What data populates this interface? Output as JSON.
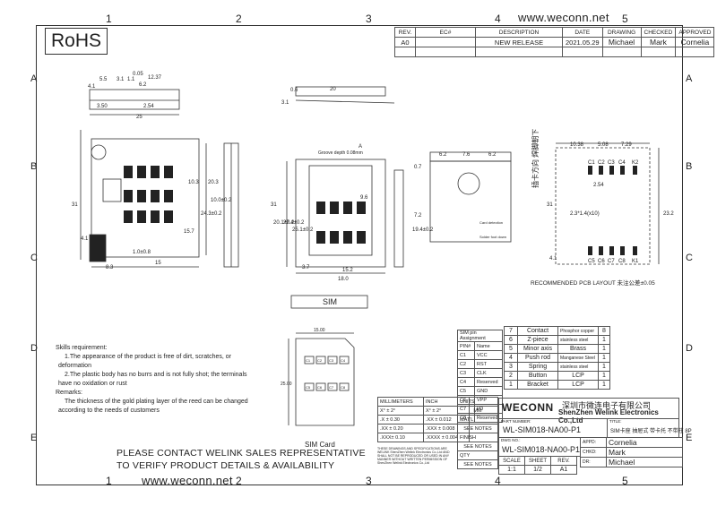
{
  "header": {
    "logo_text": "RoHS",
    "website_top": "www.weconn.net",
    "website_bottom": "www.weconn.net"
  },
  "columns": [
    "1",
    "2",
    "3",
    "4",
    "5"
  ],
  "rows": [
    "A",
    "B",
    "C",
    "D",
    "E"
  ],
  "revision": {
    "headers": [
      "REV.",
      "EC#",
      "DESCRIPTION",
      "DATE",
      "DRAWING",
      "CHECKED",
      "APPROVED"
    ],
    "row": [
      "A0",
      "",
      "NEW RELEASE",
      "2021.05.29",
      "Michael",
      "Mark",
      "Cornelia"
    ]
  },
  "drawing": {
    "dims_top": [
      "5.5",
      "4.1",
      "3.1",
      "1.1",
      "0.05",
      "12.37",
      "6.2",
      "2.54",
      "3.50",
      "25",
      "20",
      "0.6",
      "3.1"
    ],
    "dims_left": [
      "31",
      "20.3",
      "10.3",
      "24.3±0.2",
      "15.7",
      "4.1",
      "8.3",
      "15",
      "1.0±0.8",
      "10.0±0.2"
    ],
    "dims_mid": [
      "Groove depth 0.08mm",
      "A",
      "9.6",
      "20.1±0.2",
      "27.4±0.2",
      "25.1±0.2",
      "19.4±0.2",
      "15.2",
      "18.0",
      "3.7",
      "31",
      "0.7",
      "7.2"
    ],
    "dims_right_top": [
      "6.2",
      "7.6",
      "6.2",
      "Card detection",
      "Solder foot down"
    ],
    "pcb_dims": [
      "10.38",
      "5.08",
      "7.29",
      "2.54",
      "23.2",
      "2.3*1.4(x10)",
      "4.1",
      "31"
    ],
    "pcb_pins_top": [
      "C1",
      "C2",
      "C3",
      "C4",
      "K2"
    ],
    "pcb_pins_bottom": [
      "C5",
      "C6",
      "C7",
      "C8",
      "K1"
    ],
    "chinese_label": "插卡方向 焊脚朝下",
    "pcb_caption": "RECOMMENDED PCB LAYOUT 未注公差±0.05",
    "sim_box_label": "SIM",
    "sim_card_dims": [
      "15.00",
      "25.00"
    ],
    "sim_card_label": "SIM Card",
    "sim_pads": [
      "C1",
      "C2",
      "C3",
      "C4",
      "C5",
      "C6",
      "C7",
      "C8"
    ]
  },
  "notes": {
    "title": "Skills requirement:",
    "lines": [
      "1.The appearance of the product is free of dirt, scratches, or",
      "deformation",
      "2.The plastic body has no burrs and is not fully shot; the terminals",
      "have no oxidation or rust",
      "Remarks:",
      "The thickness of the gold plating layer of the reed can be changed",
      "according to the needs of customers"
    ]
  },
  "contact_lines": [
    "PLEASE CONTACT WELINK SALES REPRESENTATIVE",
    "TO VERIFY PRODUCT DETAILS & AVAILABILITY"
  ],
  "pin_assignment": {
    "title": "SIM pin Assignment",
    "headers": [
      "PIN#",
      "Name"
    ],
    "rows": [
      [
        "C1",
        "VCC"
      ],
      [
        "C2",
        "RST"
      ],
      [
        "C3",
        "CLK"
      ],
      [
        "C4",
        "Reserved"
      ],
      [
        "C5",
        "GND"
      ],
      [
        "C6",
        "VPP"
      ],
      [
        "C7",
        "I/O"
      ],
      [
        "C8",
        "Reserved"
      ]
    ]
  },
  "bom": {
    "rows": [
      [
        "7",
        "Contact",
        "Phosphor copper",
        "8"
      ],
      [
        "6",
        "Z-piece",
        "stainless steel",
        "1"
      ],
      [
        "5",
        "Minor axis",
        "Brass",
        "1"
      ],
      [
        "4",
        "Push rod",
        "Manganese Steel",
        "1"
      ],
      [
        "3",
        "Spring",
        "stainless steel",
        "1"
      ],
      [
        "2",
        "Button",
        "LCP",
        "1"
      ],
      [
        "1",
        "Bracket",
        "LCP",
        "1"
      ]
    ]
  },
  "title_block": {
    "company_brand": "WECONN",
    "company_cn": "深圳市微连电子有限公司",
    "company_en": "ShenZhen Welink Electronics Co.,Ltd",
    "part_number_label": "PART NUMBER:",
    "part_number": "WL-SIM018-NA00-P1",
    "title_label": "TITLE:",
    "title": "SIM卡座 抽屉式 带卡托 不带柱  8P",
    "dwg_label": "DWG NO.:",
    "dwg_no": "WL-SIM018-NA00-P1",
    "scale_label": "SCALE",
    "sheet_label": "SHEET",
    "rev_label": "REV.",
    "scale": "1:1",
    "sheet": "1/2",
    "rev": "A1",
    "appd_label": "APPD:",
    "appd": "Cornelia",
    "chkd_label": "CHKD:",
    "chkd": "Mark",
    "dr_label": "DR:",
    "dr": "Michael"
  },
  "tolerances": {
    "head_mm": "MILLIMETERS",
    "head_inch": "INCH",
    "rows": [
      [
        "X° ± 2°",
        "X° ± 2°"
      ],
      [
        ".X ± 0.30",
        ".XX ± 0.012"
      ],
      [
        ".XX ± 0.20",
        ".XXX ± 0.008"
      ],
      [
        ".XXX± 0.10",
        ".XXXX ± 0.004"
      ]
    ],
    "units_label": "UNITS",
    "units": "MM",
    "matl_label": "MAT'L",
    "matl": "SEE NOTES",
    "finish_label": "FINISH",
    "finish": "SEE NOTES",
    "qty_label": "QTY",
    "qty": "SEE NOTES",
    "disclaimer": "THESE DRAWINGS AND SPECIFICATIONS ARE WELINK ShenZhen Welink Electronics Co.,Ltd AND SHALL NOT BE REPRODUCED OR USED IN ANY MANNER WITHOUT WRITTEN PERMISSION OF ShenZhen Welink Electronics Co.,Ltd"
  }
}
